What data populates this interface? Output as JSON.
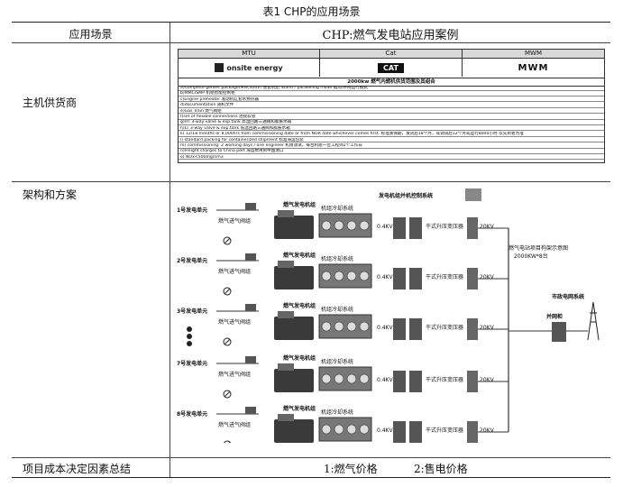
{
  "caption": "表1    CHP的应用场景",
  "header": {
    "left": "应用场景",
    "right": "CHP:燃气发电站应用案例"
  },
  "rows": {
    "supplier": "主机供货商",
    "architecture": "架构和方案",
    "cost": "项目成本决定因素总结"
  },
  "vendors": [
    {
      "name": "MTU",
      "logo": "onsite energy"
    },
    {
      "name": "Cat",
      "logo": "CAT"
    },
    {
      "name": "MWM",
      "logo": "MWM"
    }
  ],
  "vendor_table_title": "2000kw 燃气内燃机供货范围及其组合",
  "vendor_items": [
    "a)Complete genset package(MW,400V)    整套机组                island / paralleling mode    孤岛/并网运行模式",
    "b)MMC/SMP    机组智能控制柜",
    "c)Engine preheater    发动机缸套水预热器",
    "d)documentation    随机文件",
    "e)Gas Train    燃气阀组",
    "f)set of flexible connections    连接软管",
    "g)HT 3-way valve & exp.tank    高温回路三通阀和膨胀水箱",
    "h)LT 3-way valve & exp.tank    低温回路三通阀和膨胀水箱",
    "k) 12/18 months or 8,000hrs from commissioning date or from NOR date whichever comes first.    标准质保期，发货后18个月，或调试后12个月或运行8000小时-以先到者为准",
    "l) standard packing for containerized shipment    标准海运包装",
    "m) commissioning:  2 working days / one engineer    机组调试，每台机组一位工程师2个工作日",
    "n)Freight charges to China port    海运费用到中国港口",
    "o) NOx<500mg/nm3"
  ],
  "diagram": {
    "units": [
      "1号发电单元",
      "2号发电单元",
      "3号发电单元",
      "7号发电单元",
      "8号发电单元"
    ],
    "genset_label": "燃气发电机组",
    "gas_valve_label": "燃气进气阀组",
    "cooling_label": "机组冷却系统",
    "control_label": "发电机组并机控制系统",
    "voltage_low": "0.4KV",
    "transformer_label": "干式升压变压器",
    "voltage_high": "20KV",
    "station_label": "燃气电站项目构架示意图",
    "station_sub": "2000KW*8台",
    "grid_label": "市政电网系统",
    "parallel_label": "并网柜"
  },
  "cost_factors": [
    "1:燃气价格",
    "2:售电价格"
  ]
}
